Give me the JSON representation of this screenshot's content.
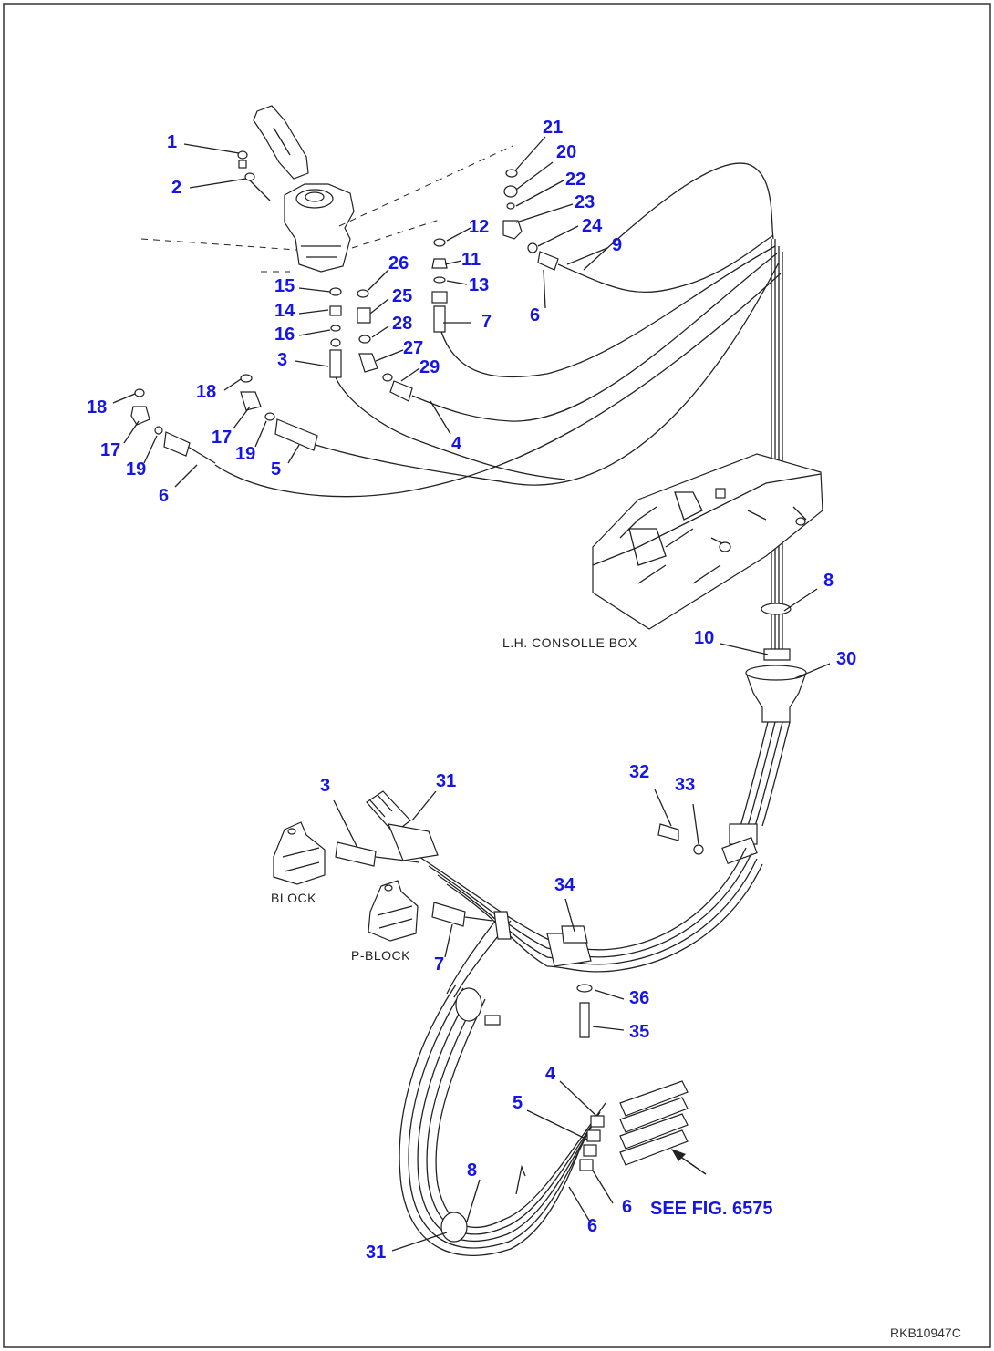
{
  "drawing": {
    "drawing_code": "RKB10947C",
    "notes": {
      "console_box": "L.H. CONSOLLE BOX",
      "block": "BLOCK",
      "p_block": "P-BLOCK",
      "see_fig": "SEE FIG. 6575"
    },
    "colors": {
      "callout": "#1515e6",
      "line": "#222222",
      "frame": "#333333"
    }
  },
  "callouts": [
    {
      "n": "1"
    },
    {
      "n": "2"
    },
    {
      "n": "21"
    },
    {
      "n": "20"
    },
    {
      "n": "22"
    },
    {
      "n": "23"
    },
    {
      "n": "24"
    },
    {
      "n": "9"
    },
    {
      "n": "12"
    },
    {
      "n": "11"
    },
    {
      "n": "13"
    },
    {
      "n": "7"
    },
    {
      "n": "26"
    },
    {
      "n": "25"
    },
    {
      "n": "28"
    },
    {
      "n": "27"
    },
    {
      "n": "29"
    },
    {
      "n": "6"
    },
    {
      "n": "15"
    },
    {
      "n": "14"
    },
    {
      "n": "16"
    },
    {
      "n": "3"
    },
    {
      "n": "4"
    },
    {
      "n": "18"
    },
    {
      "n": "18"
    },
    {
      "n": "17"
    },
    {
      "n": "17"
    },
    {
      "n": "19"
    },
    {
      "n": "19"
    },
    {
      "n": "5"
    },
    {
      "n": "6"
    },
    {
      "n": "8"
    },
    {
      "n": "10"
    },
    {
      "n": "30"
    },
    {
      "n": "3"
    },
    {
      "n": "31"
    },
    {
      "n": "32"
    },
    {
      "n": "33"
    },
    {
      "n": "34"
    },
    {
      "n": "7"
    },
    {
      "n": "36"
    },
    {
      "n": "35"
    },
    {
      "n": "4"
    },
    {
      "n": "5"
    },
    {
      "n": "8"
    },
    {
      "n": "6"
    },
    {
      "n": "6"
    },
    {
      "n": "31"
    }
  ]
}
